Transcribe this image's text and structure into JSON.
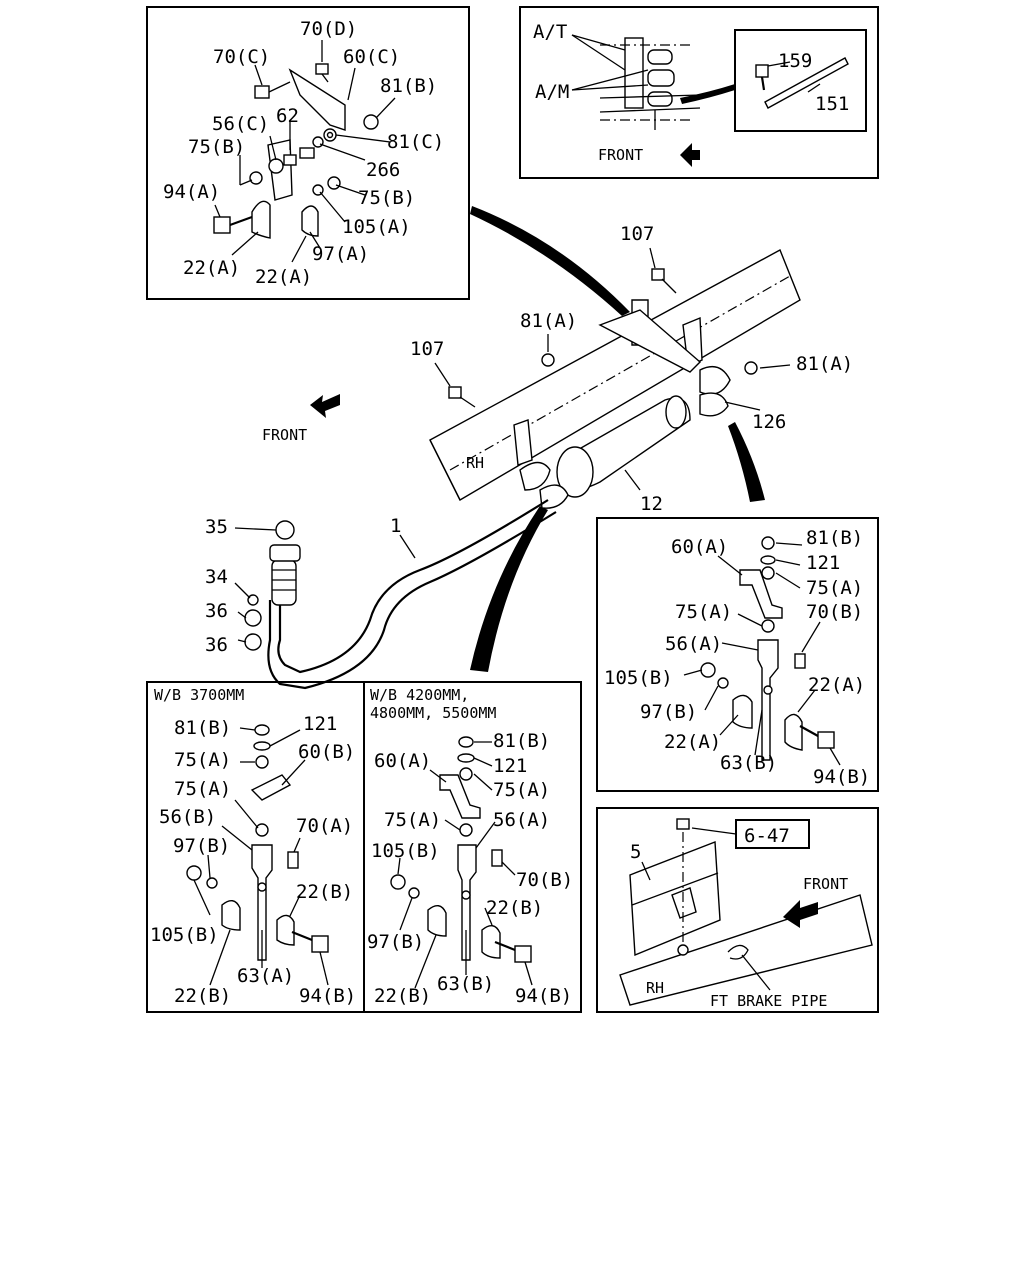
{
  "panels": {
    "top_left": {
      "labels": [
        "70(D)",
        "70(C)",
        "60(C)",
        "81(B)",
        "56(C)",
        "62",
        "75(B)",
        "81(C)",
        "266",
        "94(A)",
        "75(B)",
        "105(A)",
        "97(A)",
        "22(A)",
        "22(A)"
      ]
    },
    "top_right": {
      "labels": [
        "A/T",
        "A/M",
        "FRONT",
        "159",
        "151"
      ]
    },
    "main": {
      "labels": [
        "107",
        "81(A)",
        "107",
        "81(A)",
        "FRONT",
        "RH",
        "126",
        "12",
        "1",
        "35",
        "34",
        "36",
        "36"
      ]
    },
    "mid_right": {
      "labels": [
        "60(A)",
        "81(B)",
        "121",
        "75(A)",
        "75(A)",
        "70(B)",
        "56(A)",
        "105(B)",
        "22(A)",
        "97(B)",
        "22(A)",
        "63(B)",
        "94(B)"
      ]
    },
    "bottom_left": {
      "title": "W/B 3700MM",
      "labels": [
        "81(B)",
        "121",
        "75(A)",
        "60(B)",
        "75(A)",
        "56(B)",
        "70(A)",
        "97(B)",
        "22(B)",
        "105(B)",
        "63(A)",
        "22(B)",
        "94(B)"
      ]
    },
    "bottom_mid": {
      "title_line1": "W/B 4200MM,",
      "title_line2": "4800MM, 5500MM",
      "labels": [
        "81(B)",
        "60(A)",
        "121",
        "75(A)",
        "75(A)",
        "56(A)",
        "105(B)",
        "70(B)",
        "22(B)",
        "97(B)",
        "63(B)",
        "22(B)",
        "94(B)"
      ]
    },
    "bottom_right": {
      "labels": [
        "6-47",
        "5",
        "FRONT",
        "RH",
        "FT BRAKE PIPE"
      ]
    }
  }
}
